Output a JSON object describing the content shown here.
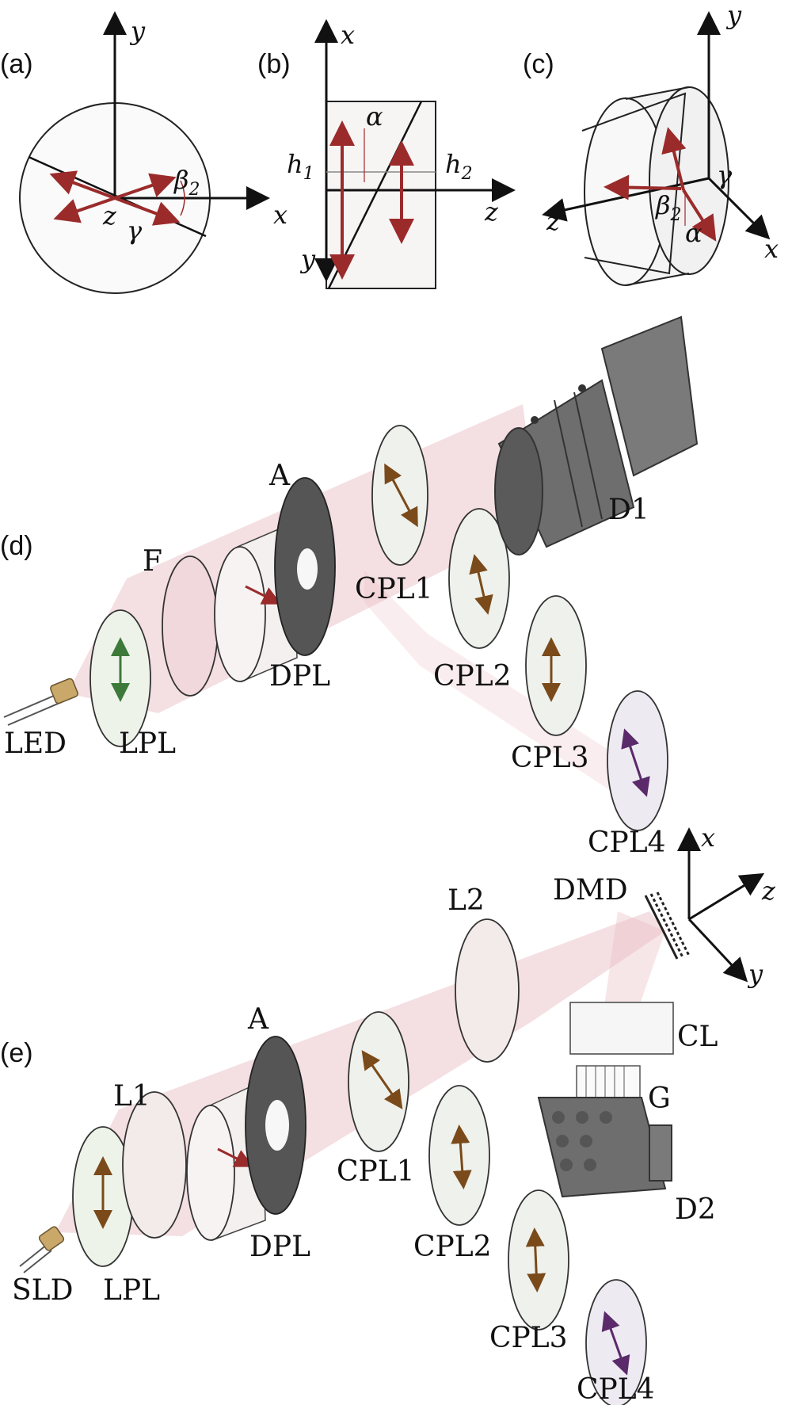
{
  "panels": {
    "a": {
      "label": "(a)",
      "axis_x": "x",
      "axis_y": "y",
      "axis_z": "z",
      "angle_beta": "β",
      "angle_beta_sub": "2",
      "angle_gamma": "γ"
    },
    "b": {
      "label": "(b)",
      "axis_x": "x",
      "axis_y": "y",
      "axis_z": "z",
      "angle_alpha": "α",
      "h1": "h",
      "h1_sub": "1",
      "h2": "h",
      "h2_sub": "2"
    },
    "c": {
      "label": "(c)",
      "axis_x": "x",
      "axis_y": "y",
      "axis_z": "z",
      "angle_beta": "β",
      "angle_beta_sub": "2",
      "angle_gamma": "γ",
      "angle_alpha": "α"
    },
    "d": {
      "label": "(d)",
      "components": {
        "led": "LED",
        "lpl": "LPL",
        "f": "F",
        "a": "A",
        "dpl": "DPL",
        "cpl1": "CPL1",
        "cpl2": "CPL2",
        "cpl3": "CPL3",
        "cpl4": "CPL4",
        "d1": "D1"
      }
    },
    "e": {
      "label": "(e)",
      "components": {
        "sld": "SLD",
        "lpl": "LPL",
        "l1": "L1",
        "a": "A",
        "dpl": "DPL",
        "cpl1": "CPL1",
        "l2": "L2",
        "dmd": "DMD",
        "cl": "CL",
        "g": "G",
        "d2": "D2",
        "cpl2": "CPL2",
        "cpl3": "CPL3",
        "cpl4": "CPL4"
      },
      "axis_x": "x",
      "axis_y": "y",
      "axis_z": "z"
    }
  },
  "colors": {
    "beam": "#d9a0a8",
    "arrow_red": "#9b2b2b",
    "arrow_brown": "#7a4a1a",
    "arrow_green": "#3d7a3a",
    "arrow_purple": "#5a2a6a",
    "camera": "#707070",
    "disc_fill": "#eef3ea"
  }
}
